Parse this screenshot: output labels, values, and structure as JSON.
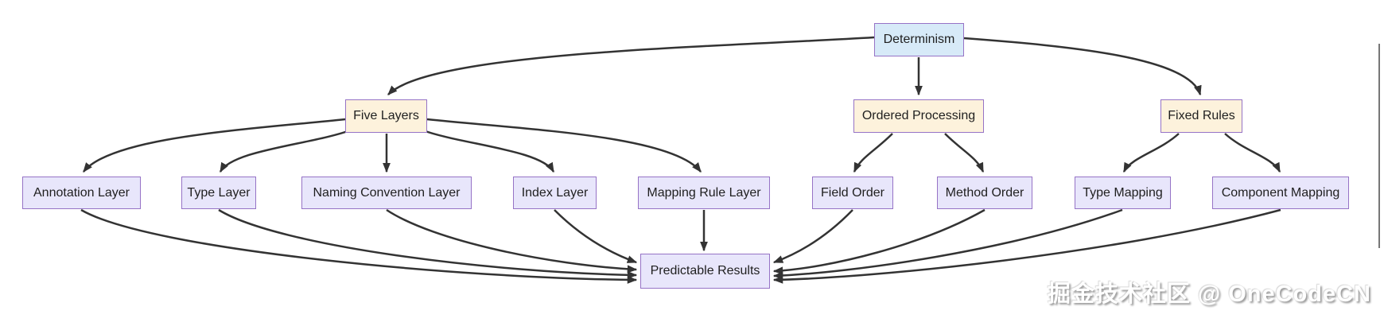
{
  "diagram": {
    "type": "flowchart-top-down",
    "nodes": {
      "determinism": {
        "label": "Determinism",
        "level": 1
      },
      "five_layers": {
        "label": "Five Layers",
        "level": 2
      },
      "ordered_processing": {
        "label": "Ordered Processing",
        "level": 2
      },
      "fixed_rules": {
        "label": "Fixed Rules",
        "level": 2
      },
      "annotation_layer": {
        "label": "Annotation Layer",
        "level": 3
      },
      "type_layer": {
        "label": "Type Layer",
        "level": 3
      },
      "naming_convention_layer": {
        "label": "Naming Convention Layer",
        "level": 3
      },
      "index_layer": {
        "label": "Index Layer",
        "level": 3
      },
      "mapping_rule_layer": {
        "label": "Mapping Rule Layer",
        "level": 3
      },
      "field_order": {
        "label": "Field Order",
        "level": 3
      },
      "method_order": {
        "label": "Method Order",
        "level": 3
      },
      "type_mapping": {
        "label": "Type Mapping",
        "level": 3
      },
      "component_mapping": {
        "label": "Component Mapping",
        "level": 3
      },
      "predictable_results": {
        "label": "Predictable Results",
        "level": 4
      }
    },
    "edges": [
      {
        "from": "Determinism",
        "to": "Five Layers"
      },
      {
        "from": "Determinism",
        "to": "Ordered Processing"
      },
      {
        "from": "Determinism",
        "to": "Fixed Rules"
      },
      {
        "from": "Five Layers",
        "to": "Annotation Layer"
      },
      {
        "from": "Five Layers",
        "to": "Type Layer"
      },
      {
        "from": "Five Layers",
        "to": "Naming Convention Layer"
      },
      {
        "from": "Five Layers",
        "to": "Index Layer"
      },
      {
        "from": "Five Layers",
        "to": "Mapping Rule Layer"
      },
      {
        "from": "Ordered Processing",
        "to": "Field Order"
      },
      {
        "from": "Ordered Processing",
        "to": "Method Order"
      },
      {
        "from": "Fixed Rules",
        "to": "Type Mapping"
      },
      {
        "from": "Fixed Rules",
        "to": "Component Mapping"
      },
      {
        "from": "Annotation Layer",
        "to": "Predictable Results"
      },
      {
        "from": "Type Layer",
        "to": "Predictable Results"
      },
      {
        "from": "Naming Convention Layer",
        "to": "Predictable Results"
      },
      {
        "from": "Index Layer",
        "to": "Predictable Results"
      },
      {
        "from": "Mapping Rule Layer",
        "to": "Predictable Results"
      },
      {
        "from": "Field Order",
        "to": "Predictable Results"
      },
      {
        "from": "Method Order",
        "to": "Predictable Results"
      },
      {
        "from": "Type Mapping",
        "to": "Predictable Results"
      },
      {
        "from": "Component Mapping",
        "to": "Predictable Results"
      }
    ],
    "colors": {
      "background": "#ffffff",
      "edge": "#333333",
      "node_border": "#9673c6",
      "level1_fill": "#d7eaf8",
      "level2_fill": "#fdf2dc",
      "level3_fill": "#e8e6fb",
      "text": "#1f1f1f"
    }
  },
  "watermark": {
    "text": "掘金技术社区 @ OneCodeCN"
  }
}
